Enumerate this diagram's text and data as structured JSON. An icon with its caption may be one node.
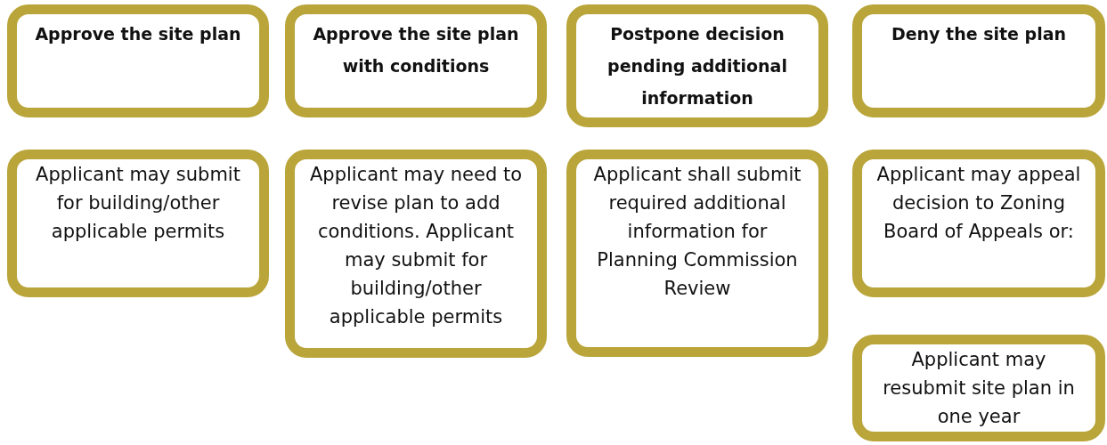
{
  "diagram": {
    "nodes": [
      {
        "text": [
          "Approve the site plan"
        ]
      },
      {
        "text": [
          "Approve the site plan with conditions"
        ]
      },
      {
        "text": [
          "Postpone decision pending additional information"
        ]
      },
      {
        "text": [
          "Deny the site plan"
        ]
      },
      {
        "text": [
          "Applicant may submit for building/other applicable permits"
        ]
      },
      {
        "text": [
          "Applicant may need to revise plan to add conditions. Applicant may submit for building/other applicable permits"
        ]
      },
      {
        "text": [
          "Applicant shall submit required additional information for Planning Commission Review"
        ]
      },
      {
        "text": [
          "Applicant may appeal decision to Zoning Board of Appeals or:"
        ]
      },
      {
        "text": [
          "Applicant may resubmit site plan in one year"
        ]
      }
    ]
  }
}
